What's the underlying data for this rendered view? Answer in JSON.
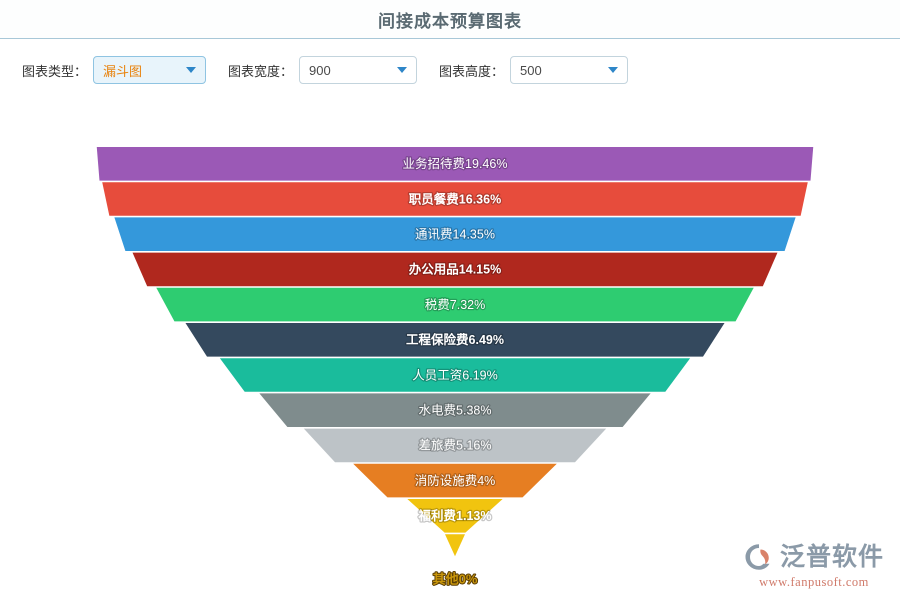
{
  "header": {
    "title": "间接成本预算图表"
  },
  "toolbar": {
    "chart_type": {
      "label": "图表类型：",
      "value": "漏斗图",
      "caret_icon": "chevron-down-icon"
    },
    "chart_width": {
      "label": "图表宽度：",
      "value": "900",
      "caret_icon": "chevron-down-icon"
    },
    "chart_height": {
      "label": "图表高度：",
      "value": "500",
      "caret_icon": "chevron-down-icon"
    }
  },
  "watermark": {
    "brand": "泛普软件",
    "url": "www.fanpusoft.com"
  },
  "chart_data": {
    "type": "funnel",
    "title": "间接成本预算图表",
    "xlabel": "",
    "ylabel": "",
    "unit": "%",
    "labels": [
      "业务招待费",
      "职员餐费",
      "通讯费",
      "办公用品",
      "税费",
      "工程保险费",
      "人员工资",
      "水电费",
      "差旅费",
      "消防设施费",
      "福利费",
      "其他"
    ],
    "values": [
      19.46,
      16.36,
      14.35,
      14.15,
      7.32,
      6.49,
      6.19,
      5.38,
      5.16,
      4,
      1.13,
      0
    ],
    "colors": [
      "#9b59b6",
      "#e74c3c",
      "#3498db",
      "#b0281e",
      "#2ecc71",
      "#34495e",
      "#1abc9c",
      "#7f8c8d",
      "#bdc3c7",
      "#e67e22",
      "#f1c40f",
      "#ffffff"
    ],
    "segments": [
      {
        "label": "业务招待费",
        "value": 19.46,
        "text": "业务招待费19.46%",
        "color": "#9b59b6",
        "bold": false
      },
      {
        "label": "职员餐费",
        "value": 16.36,
        "text": "职员餐费16.36%",
        "color": "#e74c3c",
        "bold": true
      },
      {
        "label": "通讯费",
        "value": 14.35,
        "text": "通讯费14.35%",
        "color": "#3498db",
        "bold": false
      },
      {
        "label": "办公用品",
        "value": 14.15,
        "text": "办公用品14.15%",
        "color": "#b0281e",
        "bold": true
      },
      {
        "label": "税费",
        "value": 7.32,
        "text": "税费7.32%",
        "color": "#2ecc71",
        "bold": false
      },
      {
        "label": "工程保险费",
        "value": 6.49,
        "text": "工程保险费6.49%",
        "color": "#34495e",
        "bold": true
      },
      {
        "label": "人员工资",
        "value": 6.19,
        "text": "人员工资6.19%",
        "color": "#1abc9c",
        "bold": false
      },
      {
        "label": "水电费",
        "value": 5.38,
        "text": "水电费5.38%",
        "color": "#7f8c8d",
        "bold": false
      },
      {
        "label": "差旅费",
        "value": 5.16,
        "text": "差旅费5.16%",
        "color": "#bdc3c7",
        "bold": false
      },
      {
        "label": "消防设施费",
        "value": 4,
        "text": "消防设施费4%",
        "color": "#e67e22",
        "bold": false
      },
      {
        "label": "福利费",
        "value": 1.13,
        "text": "福利费1.13%",
        "color": "#f1c40f",
        "bold": true
      },
      {
        "label": "其他",
        "value": 0,
        "text": "其他0%",
        "color": "#ffffff",
        "bold": true
      }
    ]
  }
}
